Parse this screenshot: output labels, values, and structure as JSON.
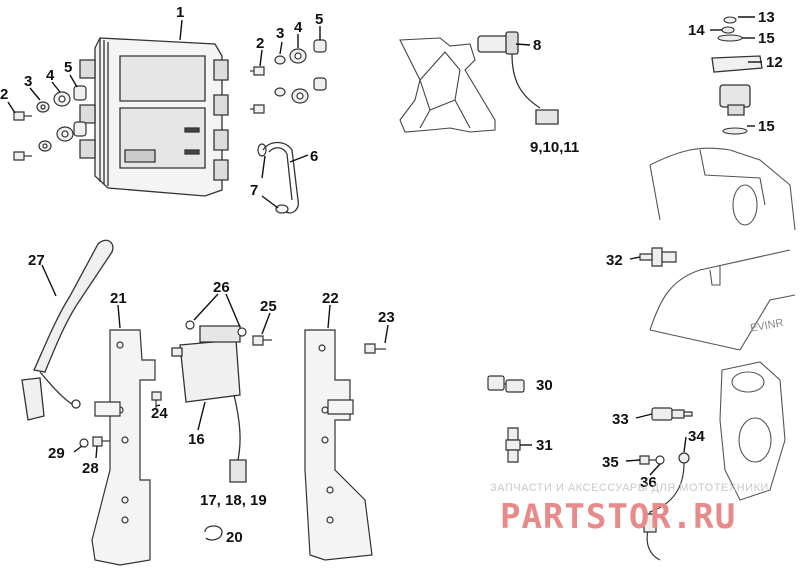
{
  "diagram": {
    "callouts": {
      "c1": "1",
      "c2a": "2",
      "c3a": "3",
      "c4a": "4",
      "c5a": "5",
      "c2b": "2",
      "c3b": "3",
      "c4b": "4",
      "c5b": "5",
      "c6": "6",
      "c7": "7",
      "c8": "8",
      "c9": "9,10,11",
      "c12": "12",
      "c13": "13",
      "c14": "14",
      "c15a": "15",
      "c15b": "15",
      "c16": "16",
      "c17": "17, 18, 19",
      "c20": "20",
      "c21": "21",
      "c22": "22",
      "c23": "23",
      "c24": "24",
      "c25": "25",
      "c26": "26",
      "c27": "27",
      "c28": "28",
      "c29": "29",
      "c30": "30",
      "c31": "31",
      "c32": "32",
      "c33": "33",
      "c34": "34",
      "c35": "35",
      "c36": "36"
    },
    "engine_badge": "EVINR"
  },
  "watermark": {
    "line1": "ЗАПЧАСТИ И АКСЕССУАРЫ ДЛЯ МОТОТЕХНИКИ",
    "logo": "PARTSTOR.RU"
  },
  "colors": {
    "ink": "#111111",
    "part_fill": "#f4f4f4",
    "shade": "#d9d9d9",
    "watermark_logo": "#e98a8a"
  }
}
